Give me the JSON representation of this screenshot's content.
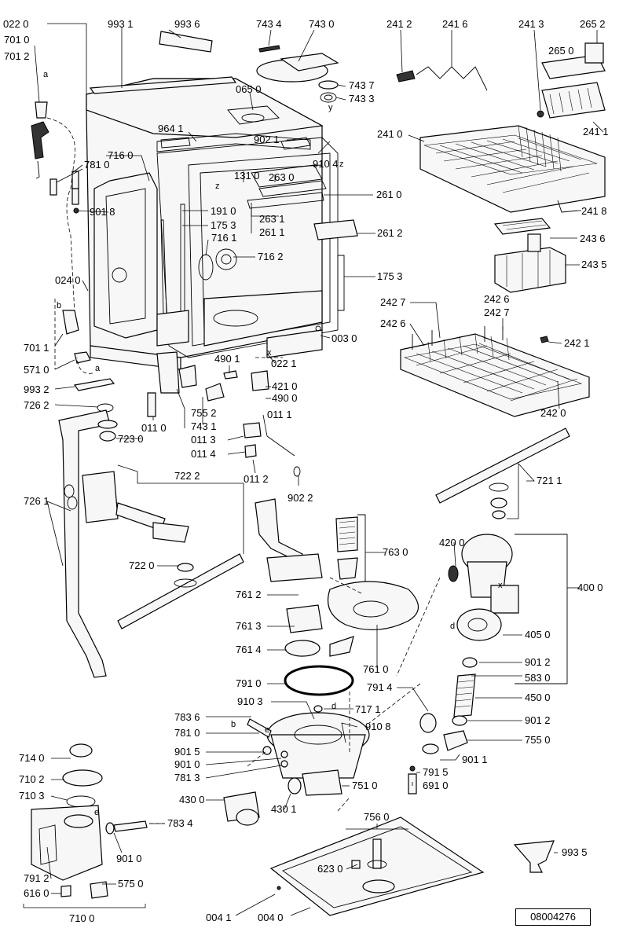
{
  "labels": {
    "l_022_0": "022 0",
    "l_993_1": "993 1",
    "l_993_6": "993 6",
    "l_743_4": "743 4",
    "l_743_0": "743 0",
    "l_241_2": "241 2",
    "l_241_6": "241 6",
    "l_241_3": "241 3",
    "l_265_2": "265 2",
    "l_265_0": "265 0",
    "l_701_0": "701 0",
    "l_701_2": "701 2",
    "l_065_0": "065 0",
    "l_743_7": "743 7",
    "l_743_3": "743 3",
    "l_964_1": "964 1",
    "l_902_1": "902 1",
    "l_716_0": "716 0",
    "l_781_0a": "781 0",
    "l_910_4": "910 4",
    "l_131_0": "131 0",
    "l_263_0": "263 0",
    "l_241_0": "241 0",
    "l_241_1": "241 1",
    "l_261_0": "261 0",
    "l_191_0": "191 0",
    "l_901_8": "901 8",
    "l_175_3a": "175 3",
    "l_263_1": "263 1",
    "l_261_1": "261 1",
    "l_261_2": "261 2",
    "l_241_8": "241 8",
    "l_716_1": "716 1",
    "l_243_6": "243 6",
    "l_716_2": "716 2",
    "l_243_5": "243 5",
    "l_024_0": "024 0",
    "l_175_3b": "175 3",
    "l_242_7a": "242 7",
    "l_242_6a": "242 6",
    "l_242_6b": "242 6",
    "l_242_7b": "242 7",
    "l_003_0": "003 0",
    "l_242_1": "242 1",
    "l_701_1": "701 1",
    "l_490_1": "490 1",
    "l_022_1": "022 1",
    "l_571_0": "571 0",
    "l_421_0": "421 0",
    "l_993_2": "993 2",
    "l_490_0": "490 0",
    "l_726_2": "726 2",
    "l_755_2": "755 2",
    "l_011_1": "011 1",
    "l_242_0": "242 0",
    "l_011_0": "011 0",
    "l_743_1": "743 1",
    "l_723_0": "723 0",
    "l_011_3": "011 3",
    "l_011_4": "011 4",
    "l_722_2": "722 2",
    "l_011_2": "011 2",
    "l_721_1": "721 1",
    "l_902_2": "902 2",
    "l_726_1": "726 1",
    "l_763_0": "763 0",
    "l_420_0": "420 0",
    "l_722_0": "722 0",
    "l_400_0": "400 0",
    "l_761_2": "761 2",
    "l_761_3": "761 3",
    "l_405_0": "405 0",
    "l_761_4": "761 4",
    "l_761_0": "761 0",
    "l_901_2a": "901 2",
    "l_791_0": "791 0",
    "l_583_0": "583 0",
    "l_791_4": "791 4",
    "l_450_0": "450 0",
    "l_910_3": "910 3",
    "l_717_1": "717 1",
    "l_783_6": "783 6",
    "l_910_8": "910 8",
    "l_901_2b": "901 2",
    "l_781_0b": "781 0",
    "l_755_0": "755 0",
    "l_901_5": "901 5",
    "l_714_0": "714 0",
    "l_901_1": "901 1",
    "l_901_0a": "901 0",
    "l_710_2": "710 2",
    "l_781_3": "781 3",
    "l_791_5": "791 5",
    "l_751_0": "751 0",
    "l_710_3": "710 3",
    "l_430_0": "430 0",
    "l_691_0": "691 0",
    "l_430_1": "430 1",
    "l_783_4": "783 4",
    "l_756_0": "756 0",
    "l_901_0b": "901 0",
    "l_993_5": "993 5",
    "l_791_2": "791 2",
    "l_575_0": "575 0",
    "l_623_0": "623 0",
    "l_616_0": "616 0",
    "l_710_0": "710 0",
    "l_004_1": "004 1",
    "l_004_0": "004 0",
    "m_a1": "a",
    "m_b1": "b",
    "m_a2": "a",
    "m_x1": "x",
    "m_x2": "x",
    "m_z1": "z",
    "m_z2": "z",
    "m_y": "y",
    "m_d1": "d",
    "m_d2": "d",
    "m_e1": "e",
    "m_e2": "e",
    "m_b2": "b"
  },
  "drawing_code": "08004276"
}
